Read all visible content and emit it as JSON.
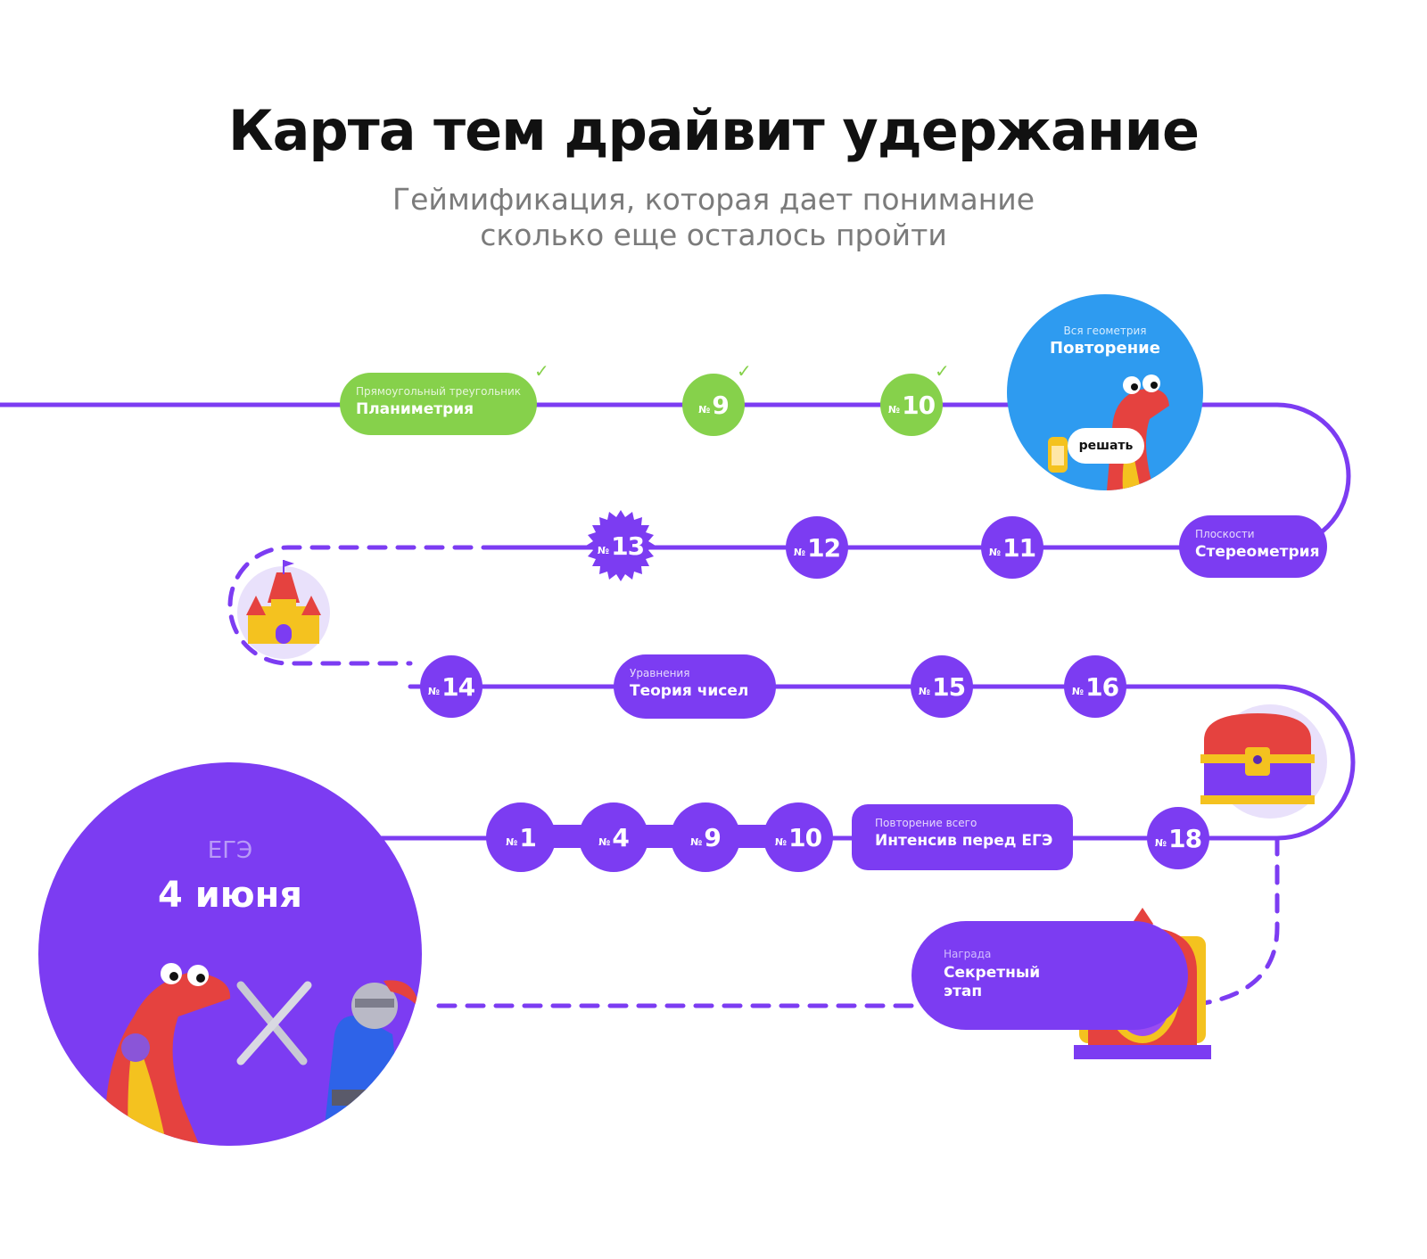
{
  "header": {
    "title": "Карта тем драйвит удержание",
    "subtitle_line1": "Геймификация, которая дает понимание",
    "subtitle_line2": "сколько еще осталось пройти"
  },
  "colors": {
    "path": "#7c3cf2",
    "done": "#86d14b",
    "repeat": "#2e9bf0",
    "bubble": "#e9e1fb"
  },
  "row1": {
    "planimetry": {
      "caption": "Прямоугольный треугольник",
      "title": "Планиметрия",
      "completed": true
    },
    "task9": {
      "no": "№",
      "num": "9",
      "completed": true
    },
    "task10": {
      "no": "№",
      "num": "10",
      "completed": true
    },
    "repeat": {
      "caption": "Вся геометрия",
      "title": "Повторение",
      "action": "решать"
    }
  },
  "row2": {
    "stereometry": {
      "caption": "Плоскости",
      "title": "Стереометрия"
    },
    "task11": {
      "no": "№",
      "num": "11"
    },
    "task12": {
      "no": "№",
      "num": "12"
    },
    "task13": {
      "no": "№",
      "num": "13"
    }
  },
  "row3": {
    "task14": {
      "no": "№",
      "num": "14"
    },
    "number_theory": {
      "caption": "Уравнения",
      "title": "Теория чисел"
    },
    "task15": {
      "no": "№",
      "num": "15"
    },
    "task16": {
      "no": "№",
      "num": "16"
    }
  },
  "row4": {
    "task18": {
      "no": "№",
      "num": "18"
    },
    "intensive": {
      "caption": "Повторение всего",
      "title": "Интенсив перед ЕГЭ"
    },
    "chain": [
      {
        "no": "№",
        "num": "1"
      },
      {
        "no": "№",
        "num": "4"
      },
      {
        "no": "№",
        "num": "9"
      },
      {
        "no": "№",
        "num": "10"
      }
    ]
  },
  "secret": {
    "caption": "Награда",
    "title": "Секретный этап"
  },
  "exam": {
    "label": "ЕГЭ",
    "date": "4 июня"
  },
  "icons": {
    "castle": "castle-icon",
    "chest": "treasure-chest-icon",
    "portal": "magic-portal-icon",
    "dragon": "dragon-mascot-icon",
    "knight": "knight-mascot-icon",
    "check": "checkmark-icon"
  }
}
